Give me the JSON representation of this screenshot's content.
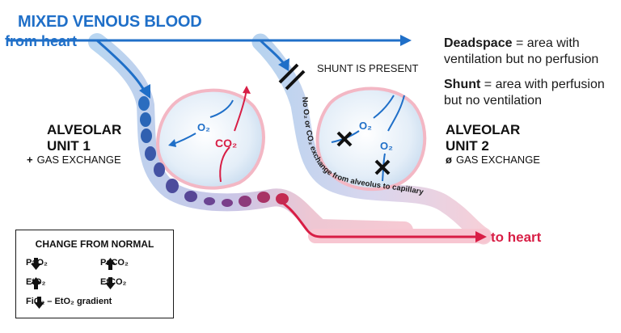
{
  "title": "MIXED VENOUS BLOOD",
  "from_heart": "from heart",
  "to_heart": "to heart",
  "shunt_present": "SHUNT IS PRESENT",
  "no_exchange": "No O₂ or CO₂ exchange from alveolus to capillary",
  "definitions": {
    "deadspace_term": "Deadspace",
    "deadspace_text": " = area with ventilation but no perfusion",
    "shunt_term": "Shunt",
    "shunt_text": " = area with perfusion but no ventilation"
  },
  "unit1": {
    "line1": "ALVEOLAR",
    "line2": "UNIT 1",
    "symbol": "+",
    "exchange": "GAS EXCHANGE"
  },
  "unit2": {
    "line1": "ALVEOLAR",
    "line2": "UNIT 2",
    "symbol": "ø",
    "exchange": "GAS EXCHANGE"
  },
  "gases": {
    "o2": "O₂",
    "co2": "CO₂"
  },
  "change_box": {
    "title": "CHANGE FROM NORMAL",
    "rows": [
      {
        "left": {
          "label": "PaO₂",
          "direction": "down"
        },
        "right": {
          "label": "PaCO₂",
          "direction": "up"
        }
      },
      {
        "left": {
          "label": "EtO₂",
          "direction": "up"
        },
        "right": {
          "label": "EtCO₂",
          "direction": "down"
        }
      },
      {
        "left": {
          "label": "FiO₂ – EtO₂ gradient",
          "direction": "down"
        }
      }
    ]
  },
  "colors": {
    "venous_blue": "#1f6fc8",
    "arterial_red": "#d81e45",
    "alveolus_fill": "#e3eef8",
    "text": "#1a1a1a"
  }
}
